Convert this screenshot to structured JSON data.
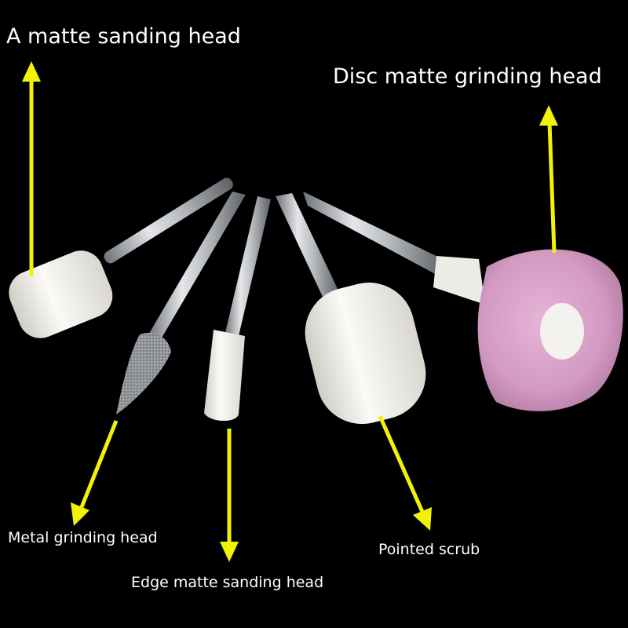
{
  "labels": {
    "matte_sanding_head": "A matte sanding head",
    "disc_matte_grinding_head": "Disc matte grinding head",
    "metal_grinding_head": "Metal grinding head",
    "edge_matte_sanding_head": "Edge matte sanding head",
    "pointed_scrub": "Pointed scrub"
  },
  "colors": {
    "background": "#000000",
    "arrow": "#f2f207",
    "label_text": "#ffffff",
    "white_stone": "#f2f0e8",
    "pink_stone": "#d9a0c8",
    "steel_shank": "#c9ccd0",
    "diamond_bit": "#8c8f94"
  }
}
